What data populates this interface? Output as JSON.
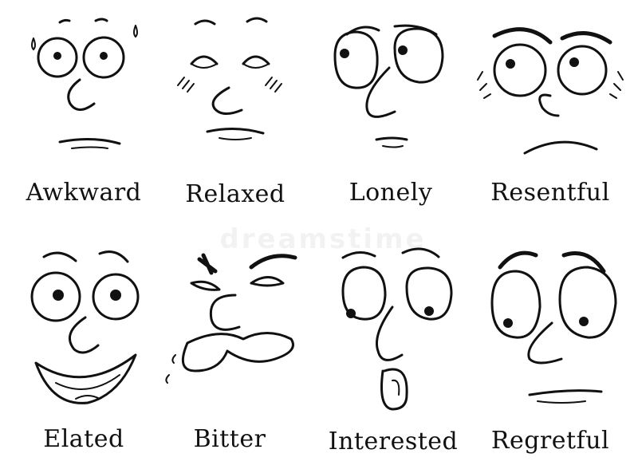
{
  "faces": [
    {
      "label": "Awkward",
      "expression": "awkward"
    },
    {
      "label": "Relaxed",
      "expression": "relaxed"
    },
    {
      "label": "Lonely",
      "expression": "lonely"
    },
    {
      "label": "Resentful",
      "expression": "resentful"
    },
    {
      "label": "Elated",
      "expression": "elated"
    },
    {
      "label": "Bitter",
      "expression": "bitter"
    },
    {
      "label": "Interested",
      "expression": "interested"
    },
    {
      "label": "Regretful",
      "expression": "regretful"
    }
  ],
  "watermark": "dreamstime",
  "colors": {
    "ink": "#111111",
    "background": "#ffffff"
  }
}
